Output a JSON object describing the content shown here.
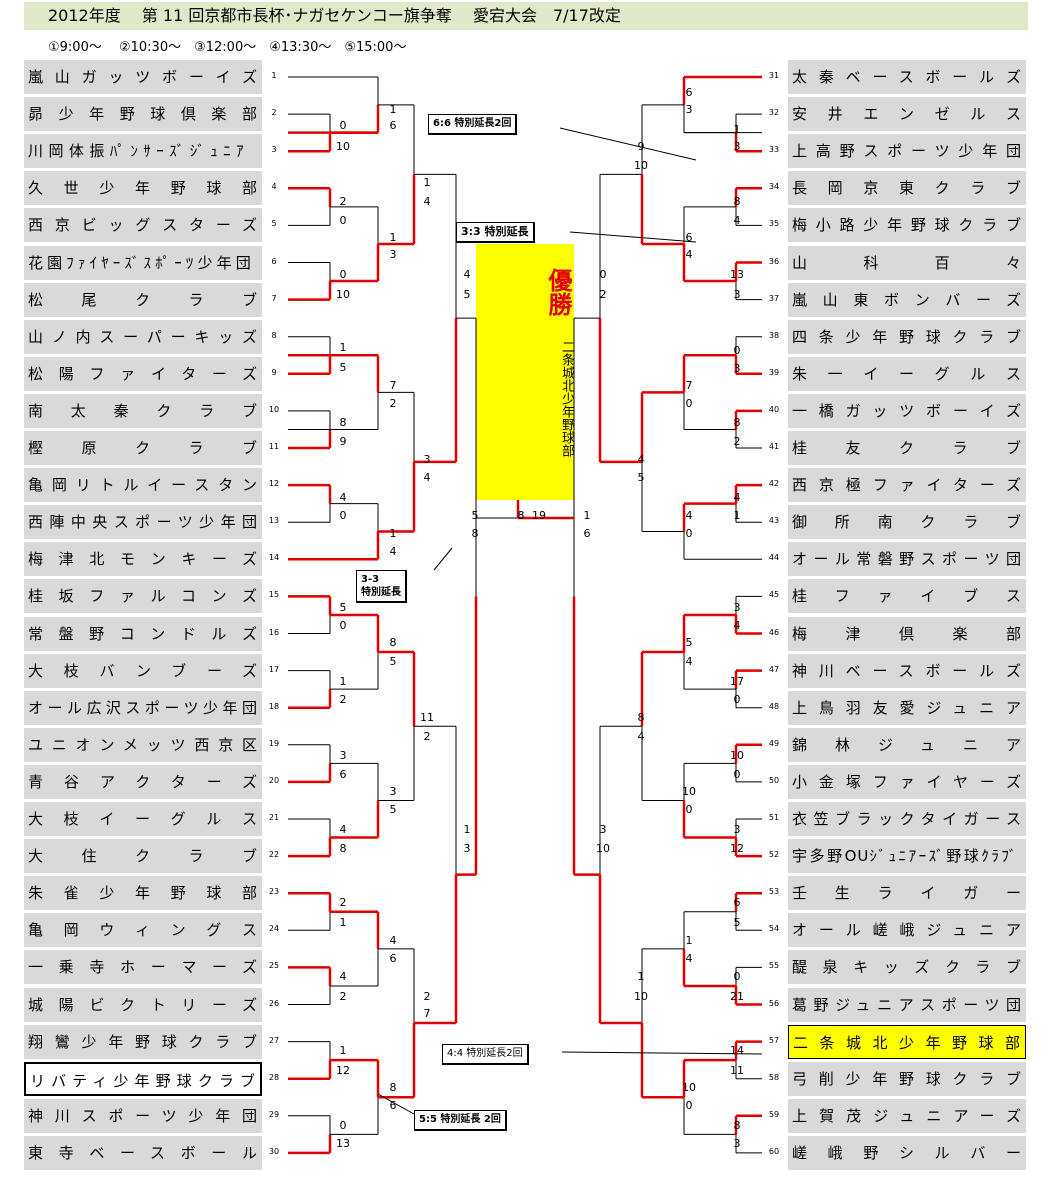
{
  "title": "2012年度　 第 11 回京都市長杯･ナガセケンコー旗争奪　 愛宕大会　7/17改定",
  "times": "①9:00～　 ②10:30～　③12:00～　④13:30～　⑤15:00～",
  "colors": {
    "winner_line": "#e00000",
    "loser_line": "#000000",
    "team_bg": "#d9d9d9",
    "champion_bg": "#ffff00"
  },
  "left_teams": [
    {
      "seed": "1",
      "name": "嵐山ガッツボーイズ"
    },
    {
      "seed": "2",
      "name": "昴少年野球倶楽部"
    },
    {
      "seed": "3",
      "name": "川岡体振ﾊﾟﾝｻｰｽﾞｼﾞｭﾆｱ"
    },
    {
      "seed": "4",
      "name": "久世少年野球部"
    },
    {
      "seed": "5",
      "name": "西京ビッグスターズ"
    },
    {
      "seed": "6",
      "name": "花園ﾌｧｲﾔｰｽﾞｽﾎﾟｰﾂ少年団"
    },
    {
      "seed": "7",
      "name": "松尾クラブ"
    },
    {
      "seed": "8",
      "name": "山ノ内スーパーキッズ"
    },
    {
      "seed": "9",
      "name": "松陽ファイターズ"
    },
    {
      "seed": "10",
      "name": "南太秦クラブ"
    },
    {
      "seed": "11",
      "name": "樫原クラブ"
    },
    {
      "seed": "12",
      "name": "亀岡リトルイースタン"
    },
    {
      "seed": "13",
      "name": "西陣中央スポーツ少年団"
    },
    {
      "seed": "14",
      "name": "梅津北モンキーズ"
    },
    {
      "seed": "15",
      "name": "桂坂ファルコンズ"
    },
    {
      "seed": "16",
      "name": "常盤野コンドルズ"
    },
    {
      "seed": "17",
      "name": "大枝バンブーズ"
    },
    {
      "seed": "18",
      "name": "オール広沢スポーツ少年団"
    },
    {
      "seed": "19",
      "name": "ユニオンメッツ西京区"
    },
    {
      "seed": "20",
      "name": "青谷アクターズ"
    },
    {
      "seed": "21",
      "name": "大枝イーグルス"
    },
    {
      "seed": "22",
      "name": "大住クラブ"
    },
    {
      "seed": "23",
      "name": "朱雀少年野球部"
    },
    {
      "seed": "24",
      "name": "亀岡ウィングス"
    },
    {
      "seed": "25",
      "name": "一乗寺ホーマーズ"
    },
    {
      "seed": "26",
      "name": "城陽ビクトリーズ"
    },
    {
      "seed": "27",
      "name": "翔鸞少年野球クラブ"
    },
    {
      "seed": "28",
      "name": "リバティ少年野球クラブ"
    },
    {
      "seed": "29",
      "name": "神川スポーツ少年団"
    },
    {
      "seed": "30",
      "name": "東寺ベースボール"
    }
  ],
  "right_teams": [
    {
      "seed": "31",
      "name": "太秦ベースボールズ"
    },
    {
      "seed": "32",
      "name": "安井エンゼルス"
    },
    {
      "seed": "33",
      "name": "上高野スポーツ少年団"
    },
    {
      "seed": "34",
      "name": "長岡京東クラブ"
    },
    {
      "seed": "35",
      "name": "梅小路少年野球クラブ"
    },
    {
      "seed": "36",
      "name": "山科百々"
    },
    {
      "seed": "37",
      "name": "嵐山東ボンバーズ"
    },
    {
      "seed": "38",
      "name": "四条少年野球クラブ"
    },
    {
      "seed": "39",
      "name": "朱一イーグルス"
    },
    {
      "seed": "40",
      "name": "一橋ガッツボーイズ"
    },
    {
      "seed": "41",
      "name": "桂友クラブ"
    },
    {
      "seed": "42",
      "name": "西京極ファイターズ"
    },
    {
      "seed": "43",
      "name": "御所南クラブ"
    },
    {
      "seed": "44",
      "name": "オール常磐野スポーツ団"
    },
    {
      "seed": "45",
      "name": "桂ファイブス"
    },
    {
      "seed": "46",
      "name": "梅津倶楽部"
    },
    {
      "seed": "47",
      "name": "神川ベースボールズ"
    },
    {
      "seed": "48",
      "name": "上鳥羽友愛ジュニア"
    },
    {
      "seed": "49",
      "name": "錦林ジュニア"
    },
    {
      "seed": "50",
      "name": "小金塚ファイヤーズ"
    },
    {
      "seed": "51",
      "name": "衣笠ブラックタイガース"
    },
    {
      "seed": "52",
      "name": "宇多野OUｼﾞｭﾆｱｰｽﾞ野球ｸﾗﾌﾞ"
    },
    {
      "seed": "53",
      "name": "壬生ライガー"
    },
    {
      "seed": "54",
      "name": "オール嵯峨ジュニア"
    },
    {
      "seed": "55",
      "name": "醍泉キッズクラブ"
    },
    {
      "seed": "56",
      "name": "葛野ジュニアスポーツ団"
    },
    {
      "seed": "57",
      "name": "二条城北少年野球部"
    },
    {
      "seed": "58",
      "name": "弓削少年野球クラブ"
    },
    {
      "seed": "59",
      "name": "上賀茂ジュニアーズ"
    },
    {
      "seed": "60",
      "name": "嵯峨野シルバー"
    }
  ],
  "champion": {
    "label": "優勝",
    "name": "二条城北少年野球部"
  },
  "notes": {
    "n1": "6:6 特別延長2回",
    "n2": "3:3 特別延長",
    "n3a": "3-3",
    "n3b": "特別延長",
    "n4": "4:4 特別延長2回",
    "n5": "5:5 特別延長 2回"
  }
}
